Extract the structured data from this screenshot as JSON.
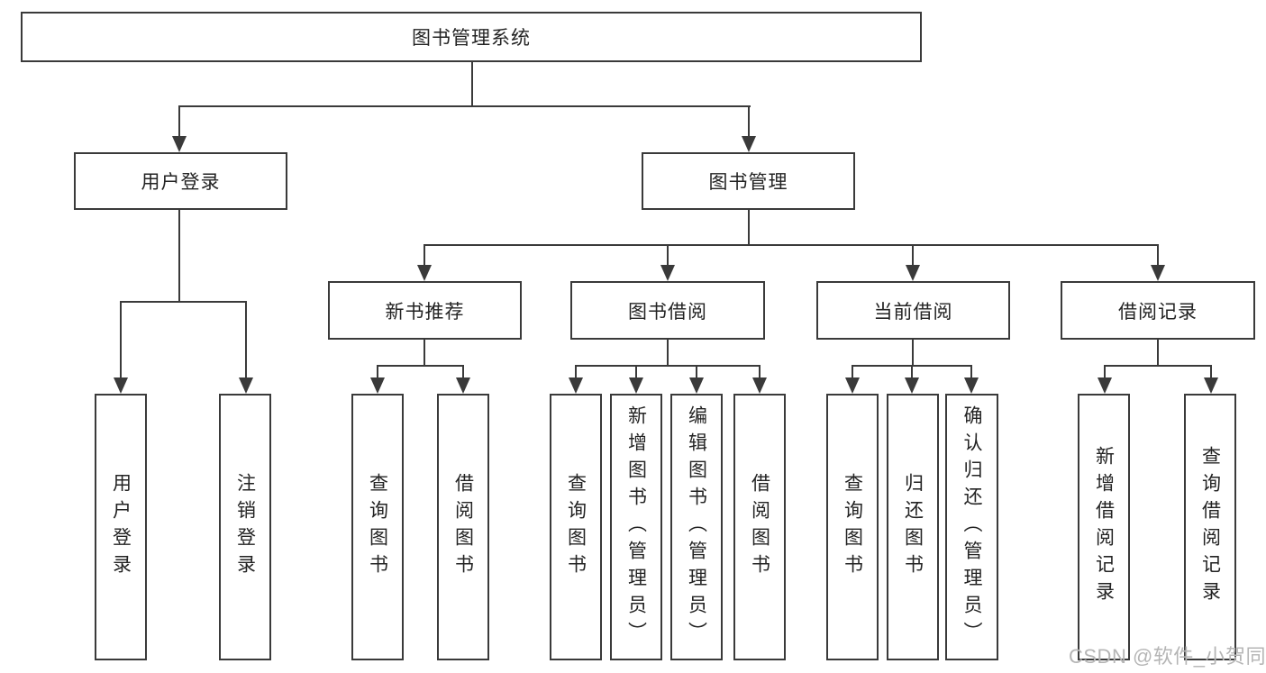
{
  "colors": {
    "line": "#3a3a3a",
    "text": "#232323",
    "background": "#ffffff",
    "watermark": "#b5b5b5"
  },
  "nodes": {
    "root": "图书管理系统",
    "level2": [
      "用户登录",
      "图书管理"
    ],
    "level3": [
      "新书推荐",
      "图书借阅",
      "当前借阅",
      "借阅记录"
    ],
    "leaves": [
      "用户登录",
      "注销登录",
      "查询图书",
      "借阅图书",
      "查询图书",
      "新增图书（管理员）",
      "编辑图书（管理员）",
      "借阅图书",
      "查询图书",
      "归还图书",
      "确认归还（管理员）",
      "新增借阅记录",
      "查询借阅记录"
    ]
  },
  "watermark": {
    "text": "CSDN @软件_小贺同学"
  }
}
